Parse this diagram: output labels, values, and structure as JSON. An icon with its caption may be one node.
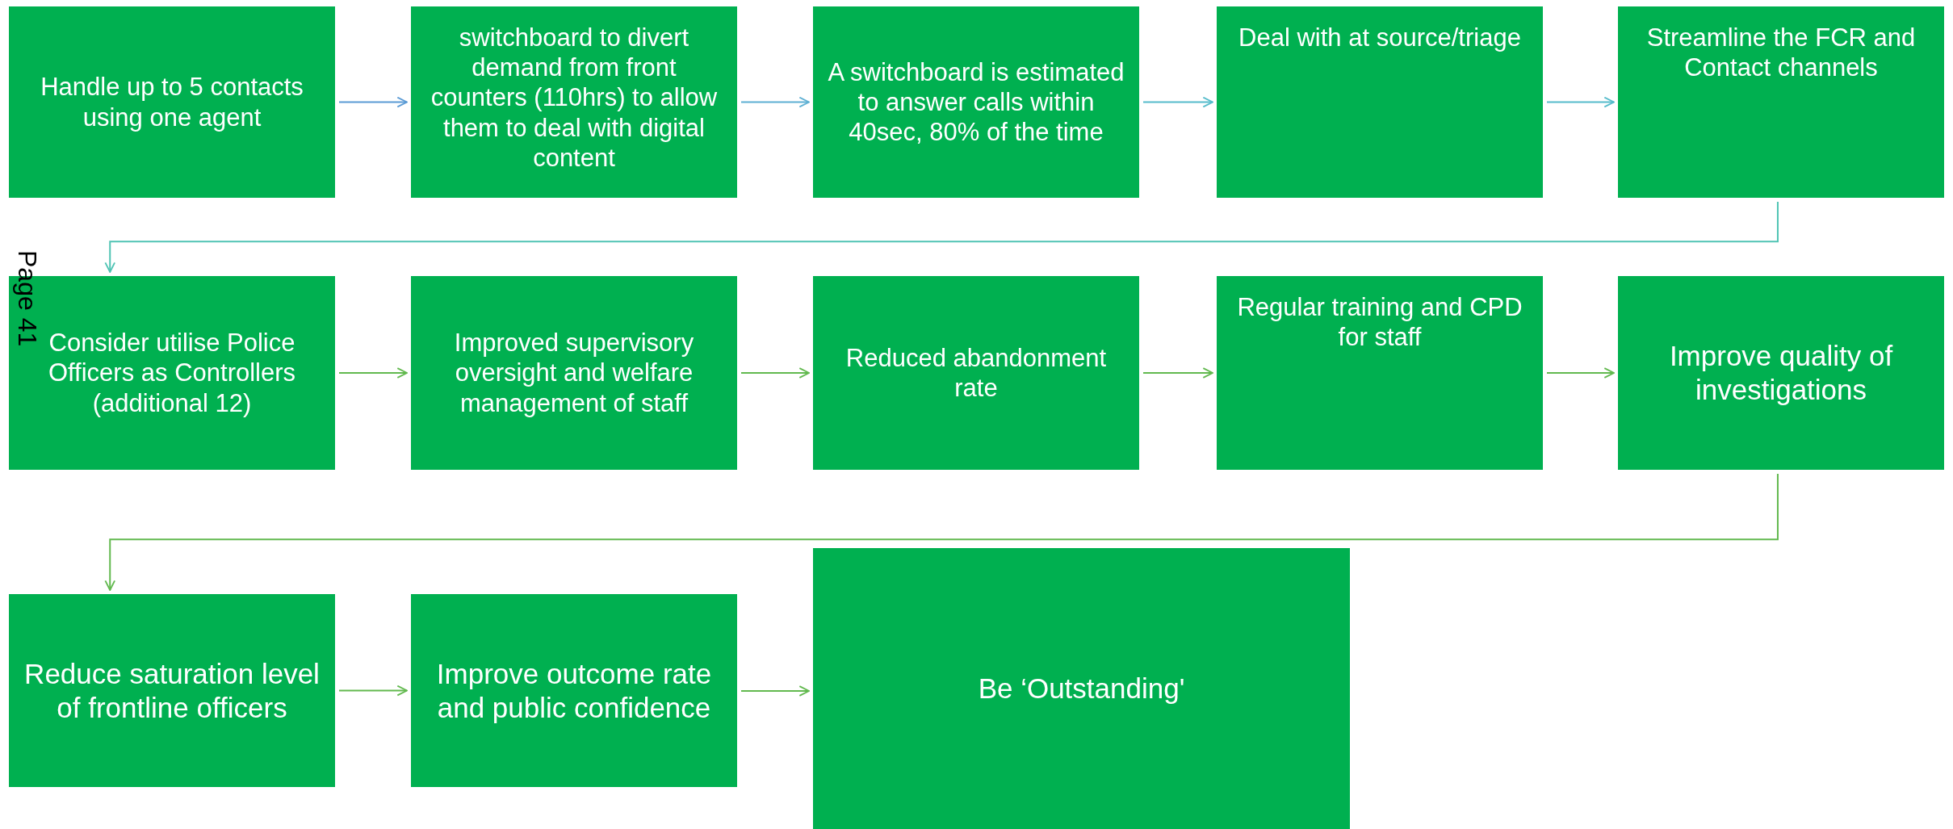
{
  "diagram": {
    "nodes": [
      {
        "text": [
          "Handle up to 5 contacts using one agent"
        ]
      },
      {
        "text": [
          "switchboard to divert demand from front counters (110hrs) to allow them to deal with digital content"
        ]
      },
      {
        "text": [
          "A switchboard is estimated to answer calls within 40sec, 80% of the time"
        ]
      },
      {
        "text": [
          "Deal with at source/triage"
        ]
      },
      {
        "text": [
          "Streamline the FCR and Contact channels"
        ]
      },
      {
        "text": [
          "Consider utilise Police Officers as Controllers (additional 12)"
        ]
      },
      {
        "text": [
          "Improved supervisory oversight and welfare management of staff"
        ]
      },
      {
        "text": [
          "Reduced abandonment rate"
        ]
      },
      {
        "text": [
          "Regular training and CPD for staff"
        ]
      },
      {
        "text": [
          "Improve quality of investigations"
        ]
      },
      {
        "text": [
          "Reduce saturation level of frontline officers"
        ]
      },
      {
        "text": [
          "Improve outcome rate and public confidence"
        ]
      },
      {
        "text": [
          "Be ‘Outstanding'"
        ]
      }
    ],
    "edges": [
      {
        "from": 0,
        "to": 1,
        "arrow": "to",
        "color": "#5b9bd5"
      },
      {
        "from": 1,
        "to": 2,
        "arrow": "to",
        "color": "#5fb0d3"
      },
      {
        "from": 2,
        "to": 3,
        "arrow": "to",
        "color": "#56bccb"
      },
      {
        "from": 3,
        "to": 4,
        "arrow": "to",
        "color": "#56bccb"
      },
      {
        "from": 4,
        "to": 5,
        "arrow": "to",
        "color": "#50c4b4"
      },
      {
        "from": 5,
        "to": 6,
        "arrow": "to"
      },
      {
        "from": 6,
        "to": 7,
        "arrow": "to"
      },
      {
        "from": 7,
        "to": 8,
        "arrow": "to"
      },
      {
        "from": 8,
        "to": 9,
        "arrow": "to"
      },
      {
        "from": 9,
        "to": 10,
        "arrow": "to"
      },
      {
        "from": 10,
        "to": 11,
        "arrow": "to"
      },
      {
        "from": 11,
        "to": 12,
        "arrow": "to"
      }
    ],
    "labels": [
      "Page 41"
    ]
  }
}
